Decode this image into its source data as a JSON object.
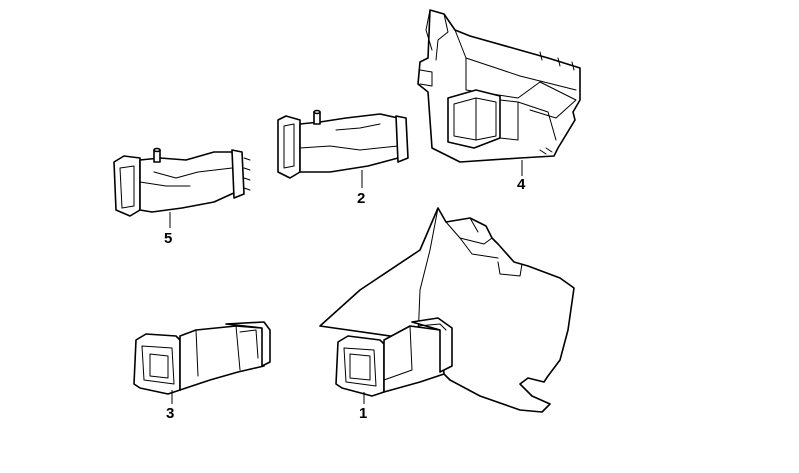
{
  "callouts": {
    "part1": "1",
    "part2": "2",
    "part3": "3",
    "part4": "4",
    "part5": "5"
  },
  "colors": {
    "line": "#000000",
    "background": "#ffffff"
  }
}
